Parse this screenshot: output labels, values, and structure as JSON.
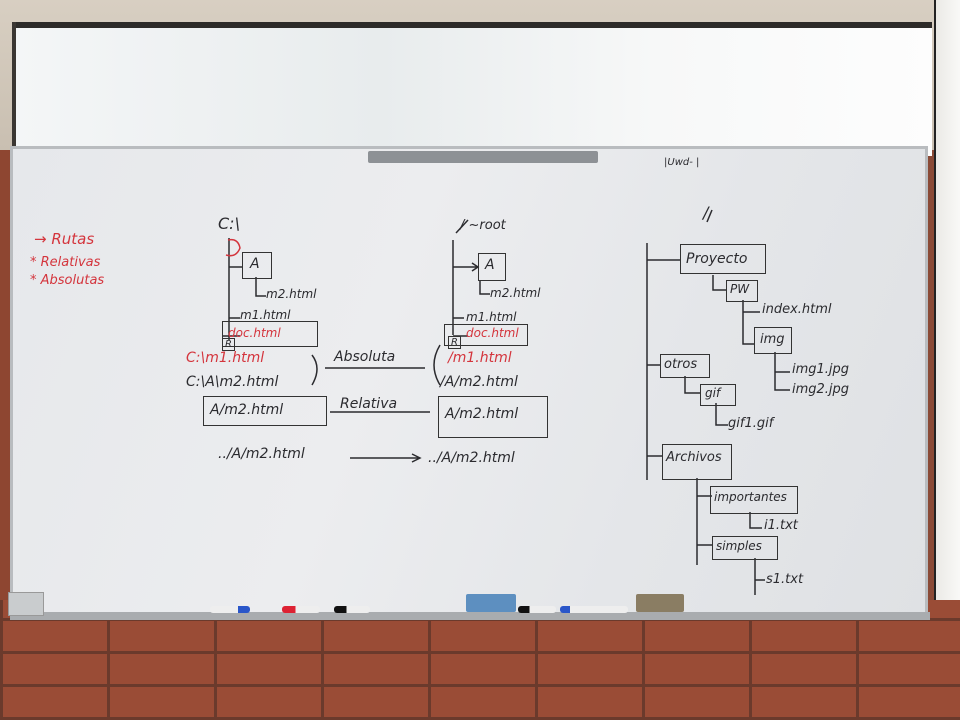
{
  "legend": {
    "arrow_item": "→ Rutas",
    "items": [
      "* Relativas",
      "* Absolutas"
    ]
  },
  "left_tree": {
    "root": "C:\\",
    "folder_a": "A",
    "file_m2": "m2.html",
    "file_m1": "m1.html",
    "file_doc": "doc.html",
    "marker": "R",
    "abs_path_1": "C:\\m1.html",
    "abs_path_2": "C:\\A\\m2.html",
    "rel_path_box": "A/m2.html",
    "rel_up": "../A/m2.html"
  },
  "middle_labels": {
    "absoluta": "Absoluta",
    "relativa": "Relativa"
  },
  "right_root_tree": {
    "root": "/ ~root",
    "folder_a": "A",
    "file_m2": "m2.html",
    "file_m1": "m1.html",
    "file_doc": "doc.html",
    "marker": "R",
    "abs_m1": "/m1.html",
    "abs_m2": "/A/m2.html",
    "rel_path_box": "A/m2.html",
    "rel_up": "../A/m2.html"
  },
  "project_tree": {
    "root": "/",
    "proyecto": "Proyecto",
    "pw": "PW",
    "index": "index.html",
    "img": "img",
    "img1": "img1.jpg",
    "img2": "img2.jpg",
    "otros": "otros",
    "gif": "gif",
    "gif1": "gif1.gif",
    "archivos": "Archivos",
    "importantes": "importantes",
    "i1": "i1.txt",
    "simples": "simples",
    "s1": "s1.txt"
  },
  "colors": {
    "ink_black": "#2b2b2f",
    "ink_red": "#d4353d",
    "board": "#e6e8eb",
    "brick": "#9a4c36"
  }
}
